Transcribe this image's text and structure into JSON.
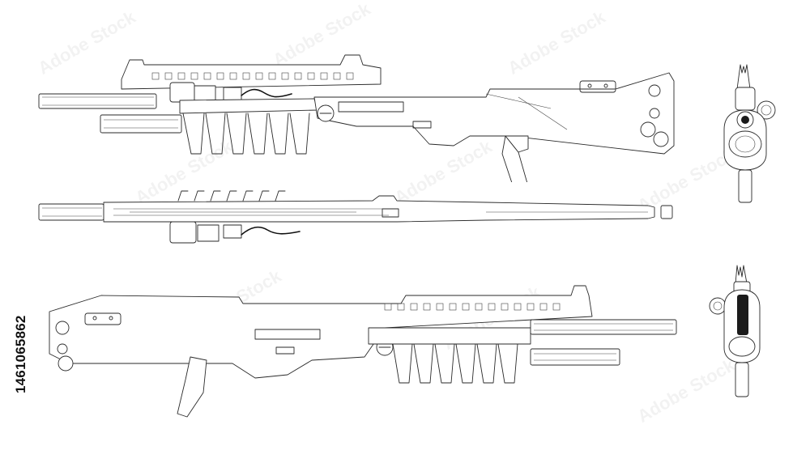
{
  "image": {
    "stock_id": "1461065862",
    "watermark_text": "Adobe Stock",
    "views": [
      {
        "name": "side-view-right",
        "description": "wireframe shotgun side view, muzzle left"
      },
      {
        "name": "top-view",
        "description": "wireframe shotgun top view"
      },
      {
        "name": "side-view-left",
        "description": "wireframe shotgun side view, muzzle right"
      },
      {
        "name": "rear-view",
        "description": "wireframe shotgun rear view"
      },
      {
        "name": "front-view",
        "description": "wireframe shotgun front view"
      }
    ],
    "colors": {
      "background": "#ffffff",
      "line": "#2a2a2a"
    }
  }
}
